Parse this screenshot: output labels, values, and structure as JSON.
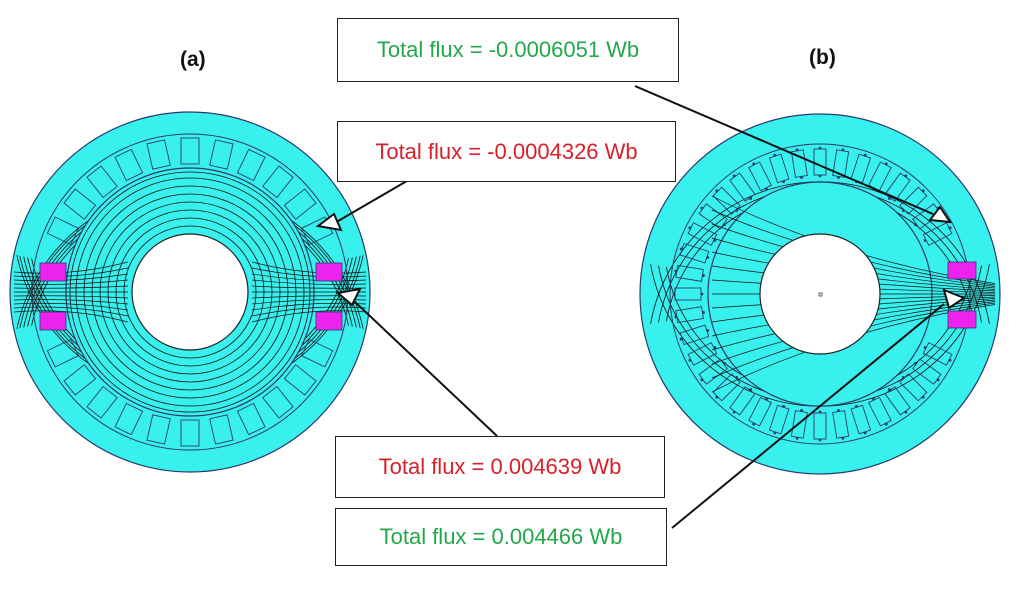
{
  "panels": {
    "a": {
      "label": "(a)"
    },
    "b": {
      "label": "(b)"
    }
  },
  "annotations": [
    {
      "id": "b-top",
      "text": "Total flux = -0.0006051 Wb",
      "color": "#22a84a"
    },
    {
      "id": "a-top",
      "text": "Total flux = -0.0004326 Wb",
      "color": "#d8202a"
    },
    {
      "id": "a-bottom",
      "text": "Total flux = 0.004639 Wb",
      "color": "#d8202a"
    },
    {
      "id": "b-bottom",
      "text": "Total flux = 0.004466 Wb",
      "color": "#22a84a"
    }
  ],
  "colors": {
    "iron": "#38f0ee",
    "magnet": "#ee22ee",
    "outline": "#2a3b6a",
    "flux_line": "#111111"
  }
}
